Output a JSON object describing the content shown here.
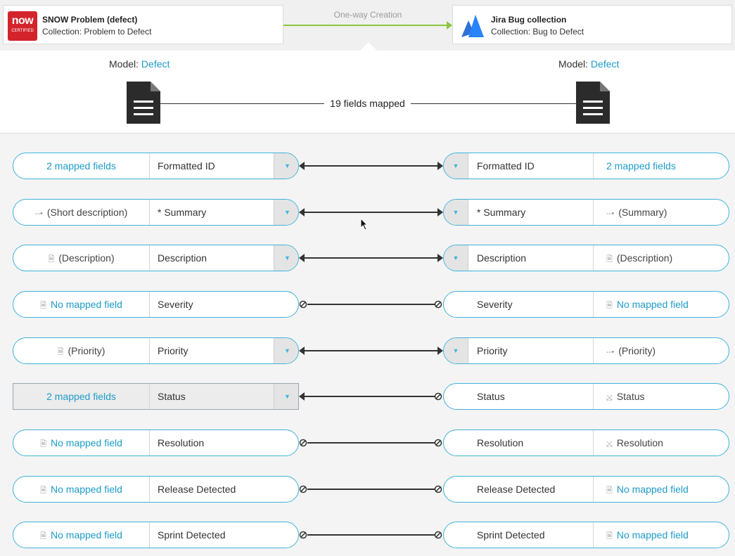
{
  "header": {
    "source": {
      "title": "SNOW Problem (defect)",
      "collection": "Collection: Problem to Defect",
      "logo_main": "now",
      "logo_sub": "CERTIFIED"
    },
    "target": {
      "title": "Jira Bug collection",
      "collection": "Collection: Bug to Defect",
      "logo": "jira-logo"
    },
    "flow_label": "One-way Creation"
  },
  "models": {
    "model_prefix": "Model:",
    "left_model": "Defect",
    "right_model": "Defect",
    "fields_mapped": "19 fields mapped"
  },
  "rows": [
    {
      "left_linked": "2 mapped fields",
      "left_icon": "",
      "field": "Formatted ID",
      "right_field": "Formatted ID",
      "right_linked": "2 mapped fields",
      "right_icon": ""
    },
    {
      "left_linked": "(Short description)",
      "left_icon": "--•",
      "field": "* Summary",
      "right_field": "* Summary",
      "right_linked": "(Summary)",
      "right_icon": "--•"
    },
    {
      "left_linked": "(Description)",
      "left_icon": "🗎",
      "field": "Description",
      "right_field": "Description",
      "right_linked": "(Description)",
      "right_icon": "🗎"
    },
    {
      "left_linked": "No mapped field",
      "left_icon": "🗎",
      "field": "Severity",
      "right_field": "Severity",
      "right_linked": "No mapped field",
      "right_icon": "🗎"
    },
    {
      "left_linked": "(Priority)",
      "left_icon": "🗎",
      "field": "Priority",
      "right_field": "Priority",
      "right_linked": "(Priority)",
      "right_icon": "--•"
    },
    {
      "left_linked": "2 mapped fields",
      "left_icon": "",
      "field": "Status",
      "right_field": "Status",
      "right_linked": "Status",
      "right_icon": "⤩"
    },
    {
      "left_linked": "No mapped field",
      "left_icon": "🗎",
      "field": "Resolution",
      "right_field": "Resolution",
      "right_linked": "Resolution",
      "right_icon": "⤩"
    },
    {
      "left_linked": "No mapped field",
      "left_icon": "🗎",
      "field": "Release Detected",
      "right_field": "Release Detected",
      "right_linked": "No mapped field",
      "right_icon": "🗎"
    },
    {
      "left_linked": "No mapped field",
      "left_icon": "🗎",
      "field": "Sprint Detected",
      "right_field": "Sprint Detected",
      "right_linked": "No mapped field",
      "right_icon": "🗎"
    }
  ],
  "colors": {
    "accent": "#1d9bc8",
    "flow_arrow": "#8bc63f",
    "snow_red": "#d3242c",
    "jira_blue": "#2684ff"
  }
}
